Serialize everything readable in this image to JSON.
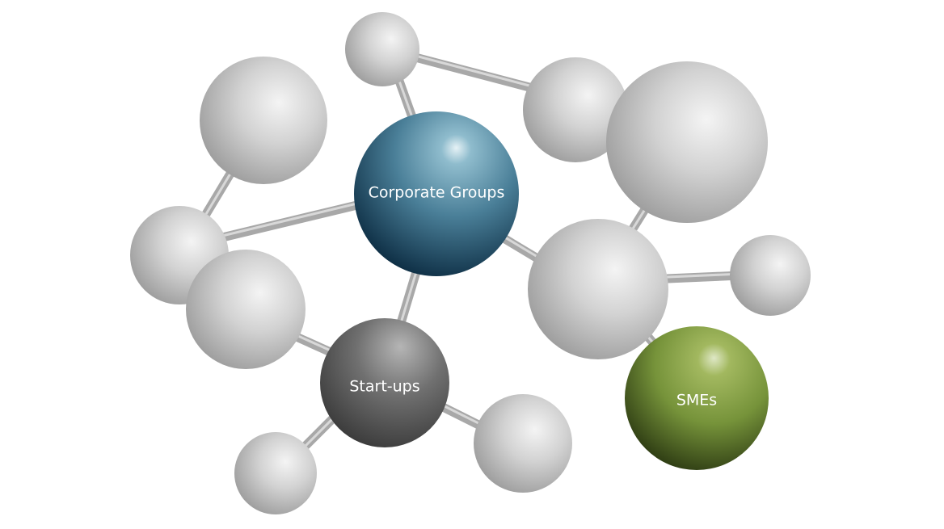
{
  "nodes": {
    "corporate_groups": "Corporate Groups",
    "startups": "Start-ups",
    "smes": "SMEs"
  },
  "colors": {
    "corporate_groups": "#3f7690",
    "startups": "#6e6e6e",
    "smes": "#7f9c3a",
    "neutral": "#c8c8c8"
  }
}
